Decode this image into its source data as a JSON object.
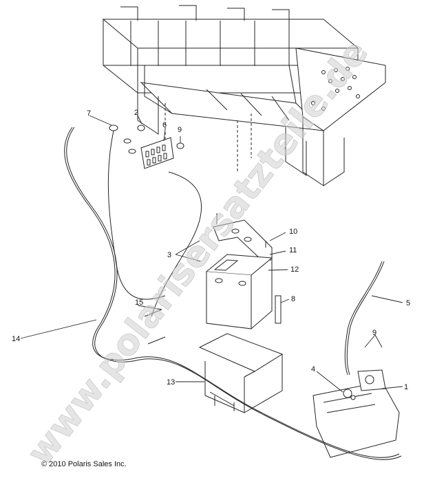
{
  "diagram": {
    "callouts": [
      "1",
      "2",
      "3",
      "4",
      "5",
      "6",
      "7",
      "8",
      "9",
      "9",
      "10",
      "11",
      "12",
      "13",
      "14",
      "15"
    ],
    "watermark": "www.polarisersatzteile.de",
    "copyright": "© 2010 Polaris Sales Inc."
  }
}
